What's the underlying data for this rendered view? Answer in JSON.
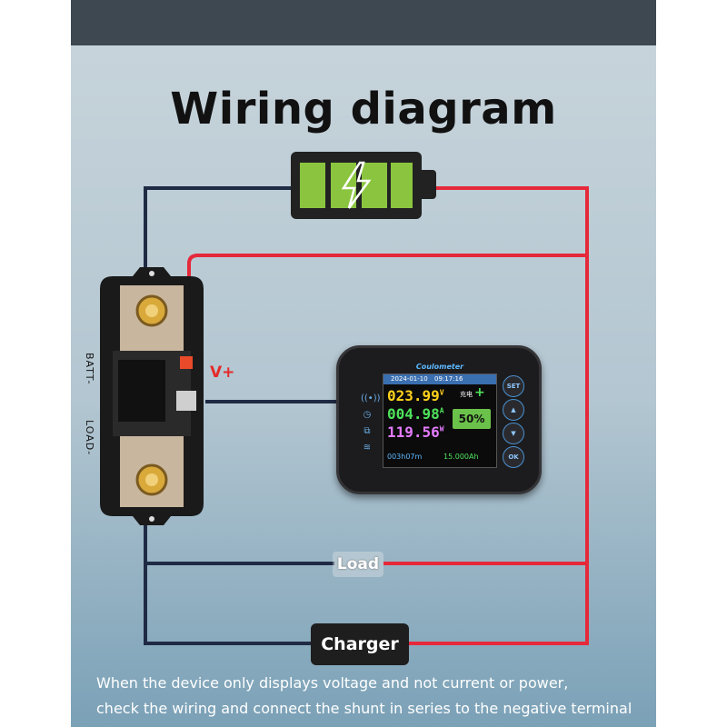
{
  "title": "Wiring diagram",
  "colors": {
    "negative_wire": "#1f2a44",
    "positive_wire": "#e5293a",
    "battery_cell": "#8bc540",
    "header_bar": "#3d4850"
  },
  "icons": [
    "battery-icon",
    "lightning-bolt-icon",
    "coulometer-device",
    "shunt-device",
    "load-icon"
  ],
  "shunt": {
    "side_label_top": "BATT-",
    "side_label_bottom": "LOAD-",
    "terminal_label": "V+"
  },
  "meter": {
    "brand": "Coulometer",
    "date": "2024-01-10",
    "time": "09:17:16",
    "voltage": "023.99",
    "voltage_unit": "V",
    "current": "004.98",
    "current_unit": "A",
    "power": "119.56",
    "power_unit": "W",
    "charge_label": "充电",
    "soc_percent": "50%",
    "runtime": "003h07m",
    "capacity": "15.000Ah",
    "buttons": [
      "SET",
      "▲",
      "▼",
      "OK"
    ]
  },
  "load_label": "Load",
  "charger_label": "Charger",
  "note": {
    "line1": "When the device only displays voltage and not current or power,",
    "line2": "check the wiring and connect the shunt in series to the negative terminal"
  }
}
